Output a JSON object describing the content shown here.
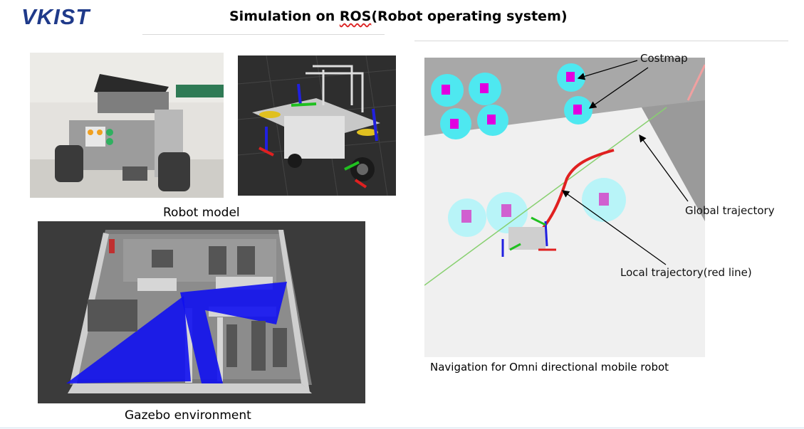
{
  "header": {
    "logo_text": "VKIST",
    "title_prefix": "Simulation on ",
    "title_squiggle": "ROS",
    "title_suffix": "(Robot operating system)"
  },
  "captions": {
    "robot_model": "Robot model",
    "gazebo": "Gazebo environment",
    "navigation": "Navigation for Omni directional mobile robot"
  },
  "nav_labels": {
    "costmap": "Costmap",
    "global_trajectory": "Global trajectory",
    "local_trajectory": "Local trajectory(red line)"
  },
  "colors": {
    "logo": "#1f3a8a",
    "costmap_cyan": "#4ee8f0",
    "costmap_magenta": "#e000e0",
    "local_trajectory": "#e02020",
    "global_trajectory": "#88d070",
    "laser_blue": "#1010f0"
  }
}
